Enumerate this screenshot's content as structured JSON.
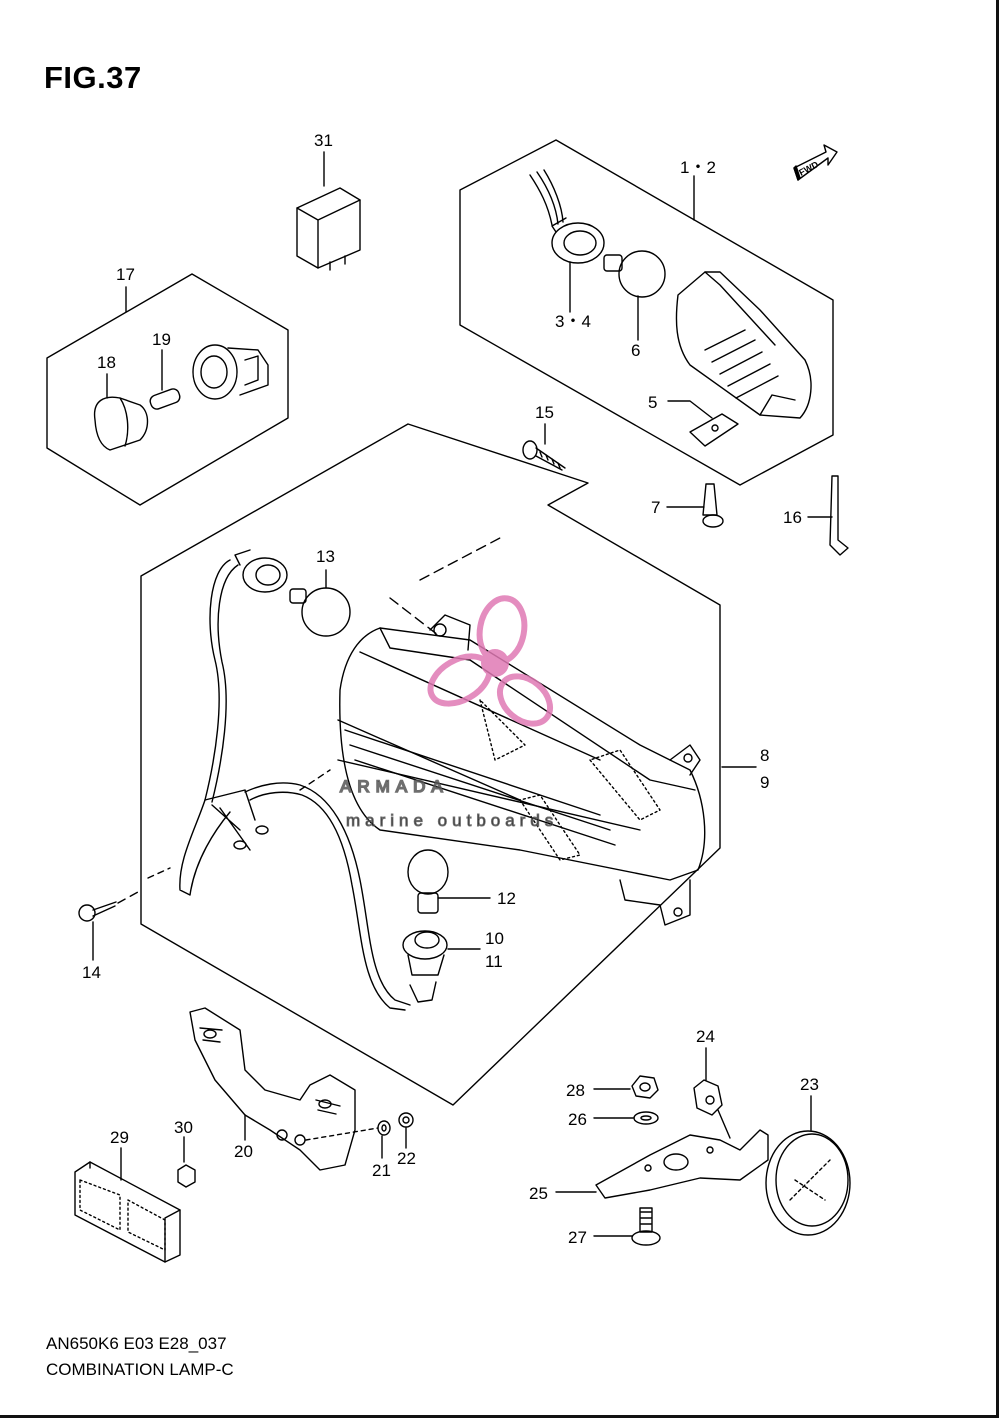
{
  "figure": {
    "title": "FIG.37",
    "code": "AN650K6 E03 E28_037",
    "name": "COMBINATION LAMP-C"
  },
  "direction_marker": {
    "label": "FWD"
  },
  "watermark": {
    "brand": "ARMADA",
    "tagline": "marine outboards",
    "color": "#e07ab4"
  },
  "callouts": {
    "c1_2": "1・2",
    "c3_4": "3・4",
    "c5": "5",
    "c6": "6",
    "c7": "7",
    "c8": "8",
    "c9": "9",
    "c10": "10",
    "c11": "11",
    "c12": "12",
    "c13": "13",
    "c14": "14",
    "c15": "15",
    "c16": "16",
    "c17": "17",
    "c18": "18",
    "c19": "19",
    "c20": "20",
    "c21": "21",
    "c22": "22",
    "c23": "23",
    "c24": "24",
    "c25": "25",
    "c26": "26",
    "c27": "27",
    "c28": "28",
    "c29": "29",
    "c30": "30",
    "c31": "31"
  }
}
